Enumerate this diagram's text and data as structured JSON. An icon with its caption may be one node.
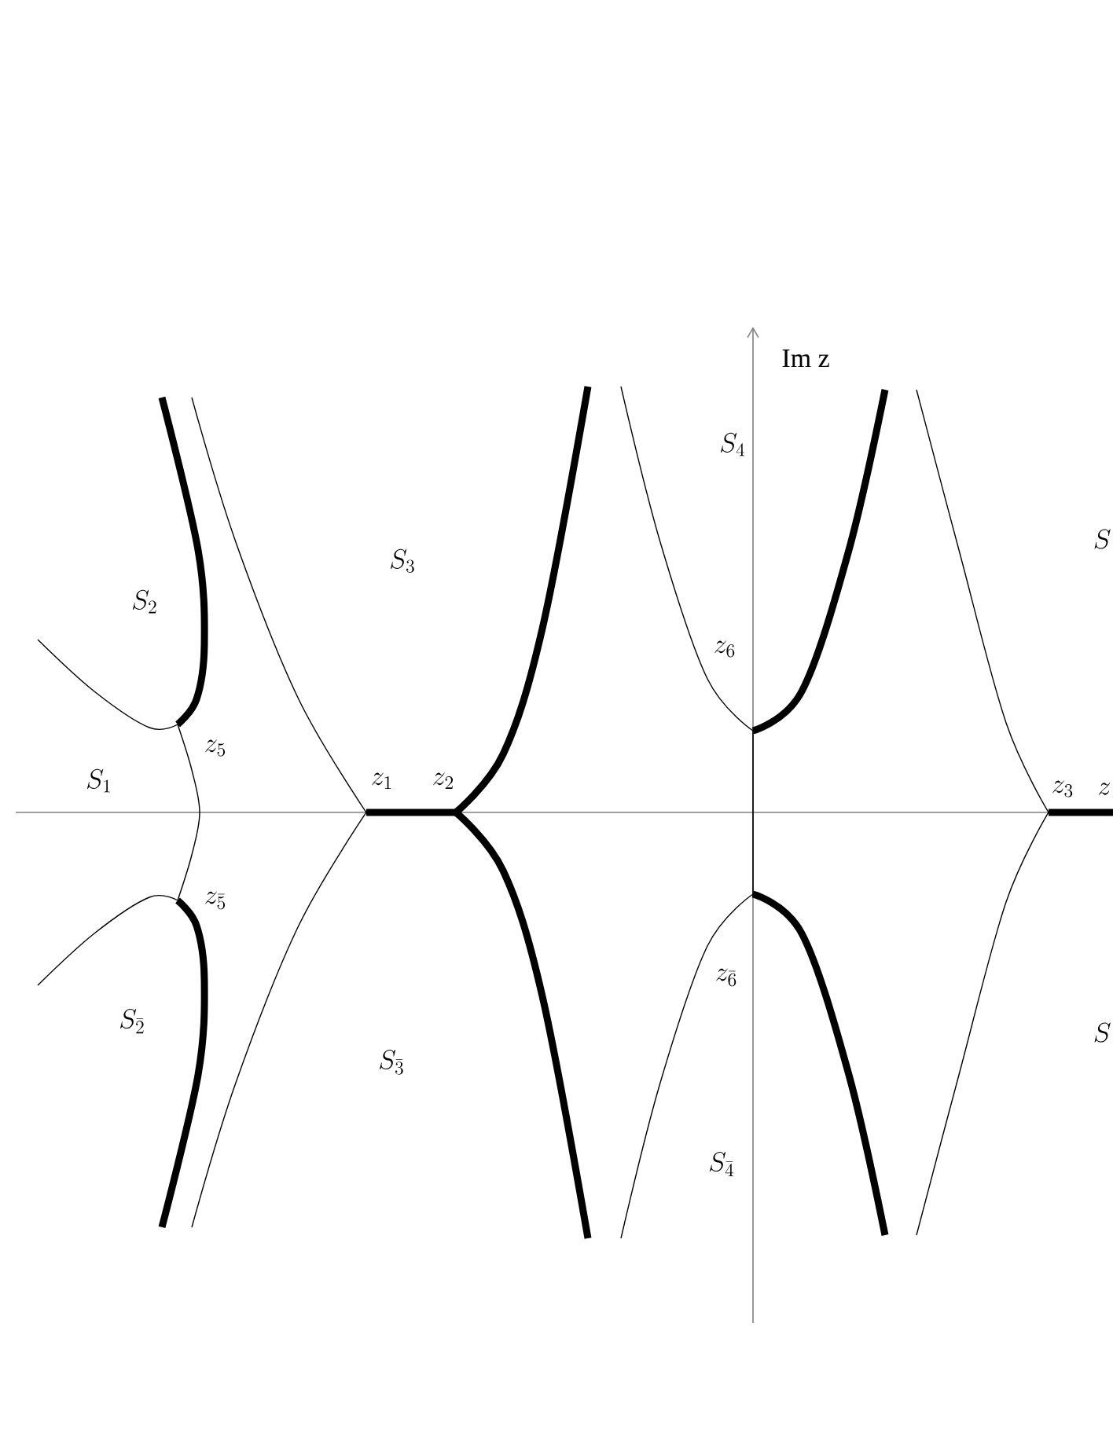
{
  "diagram": {
    "labels": [
      "Im z",
      "S_{4}",
      "S",
      "S_{3}",
      "S_{2}",
      "z_{6}",
      "z_{5}",
      "S_{1}",
      "z_{1}",
      "z_{2}",
      "z_{3}",
      "z",
      "z_{\\bar{5}}",
      "z_{\\bar{6}}",
      "S_{\\bar{2}}",
      "S",
      "S_{\\bar{3}}",
      "S_{\\bar{4}}"
    ]
  }
}
